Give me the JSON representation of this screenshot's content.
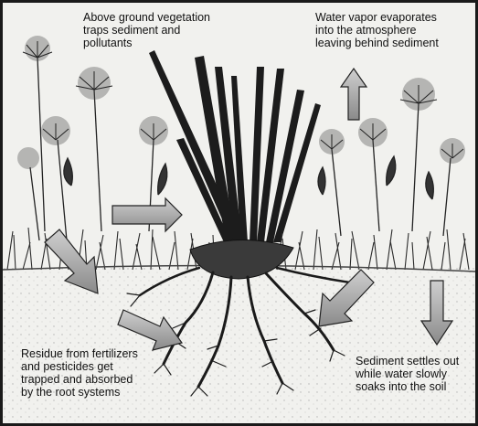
{
  "labels": {
    "vegetation": "Above ground vegetation\ntraps sediment and\npollutants",
    "vapor": "Water vapor evaporates\ninto the atmosphere\nleaving behind sediment",
    "residue": "Residue from fertilizers\nand pesticides get\ntrapped and absorbed\nby the root systems",
    "sediment": "Sediment settles out\nwhile water slowly\nsoaks into the soil"
  }
}
